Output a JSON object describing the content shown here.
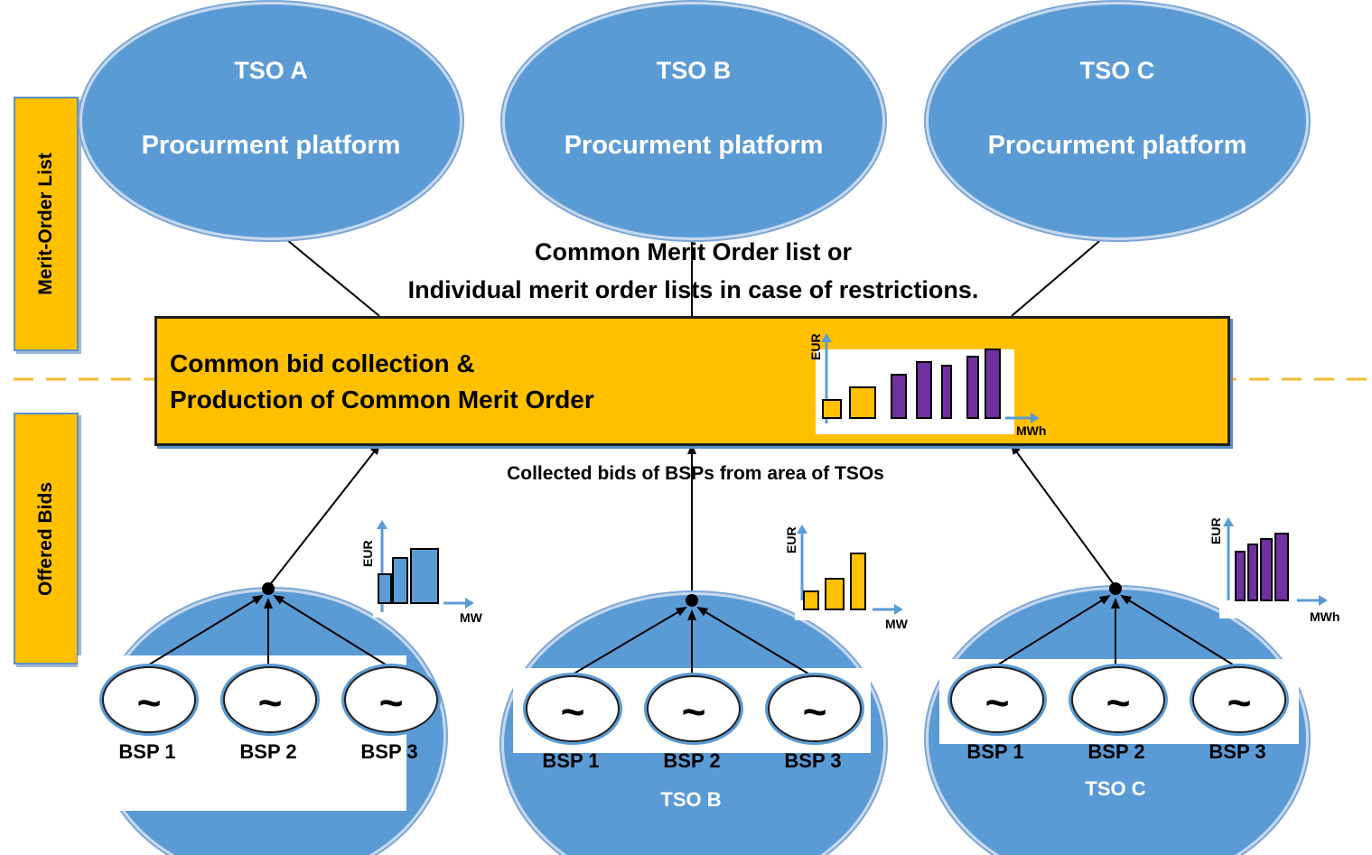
{
  "side_labels": {
    "top": "Merit-Order List",
    "bottom": "Offered Bids"
  },
  "tsos": [
    {
      "name": "TSO A",
      "platform": "Procurment platform"
    },
    {
      "name": "TSO B",
      "platform": "Procurment platform"
    },
    {
      "name": "TSO C",
      "platform": "Procurment platform"
    }
  ],
  "merit_caption": {
    "line1": "Common Merit Order list or",
    "line2": "Individual merit order lists in case of restrictions."
  },
  "central": {
    "line1": "Common bid collection &",
    "line2": "Production of Common Merit Order"
  },
  "collected_caption": "Collected bids of BSPs from area of TSOs",
  "areas": [
    {
      "label": "",
      "bsps": [
        "BSP 1",
        "BSP 2",
        "BSP 3"
      ]
    },
    {
      "label": "TSO B",
      "bsps": [
        "BSP 1",
        "BSP 2",
        "BSP 3"
      ]
    },
    {
      "label": "TSO C",
      "bsps": [
        "BSP 1",
        "BSP 2",
        "BSP 3"
      ]
    }
  ],
  "generator_symbol": "~",
  "mini_charts": {
    "central": {
      "y_axis": "EUR",
      "x_axis": "MWh",
      "bar_colors": [
        "#ffc000",
        "#ffc000",
        "#7030a0",
        "#7030a0",
        "#7030a0",
        "#7030a0",
        "#7030a0"
      ]
    },
    "area_a": {
      "y_axis": "EUR",
      "x_axis": "MW",
      "bar_colors": [
        "#5b9bd5",
        "#5b9bd5",
        "#5b9bd5"
      ]
    },
    "area_b": {
      "y_axis": "EUR",
      "x_axis": "MW",
      "bar_colors": [
        "#ffc000",
        "#ffc000",
        "#ffc000"
      ]
    },
    "area_c": {
      "y_axis": "EUR",
      "x_axis": "MWh",
      "bar_colors": [
        "#7030a0",
        "#7030a0",
        "#7030a0",
        "#7030a0"
      ]
    }
  },
  "colors": {
    "accent_yellow": "#ffc000",
    "tso_blue": "#5b9bd5",
    "dash_line": "#f5b830"
  }
}
